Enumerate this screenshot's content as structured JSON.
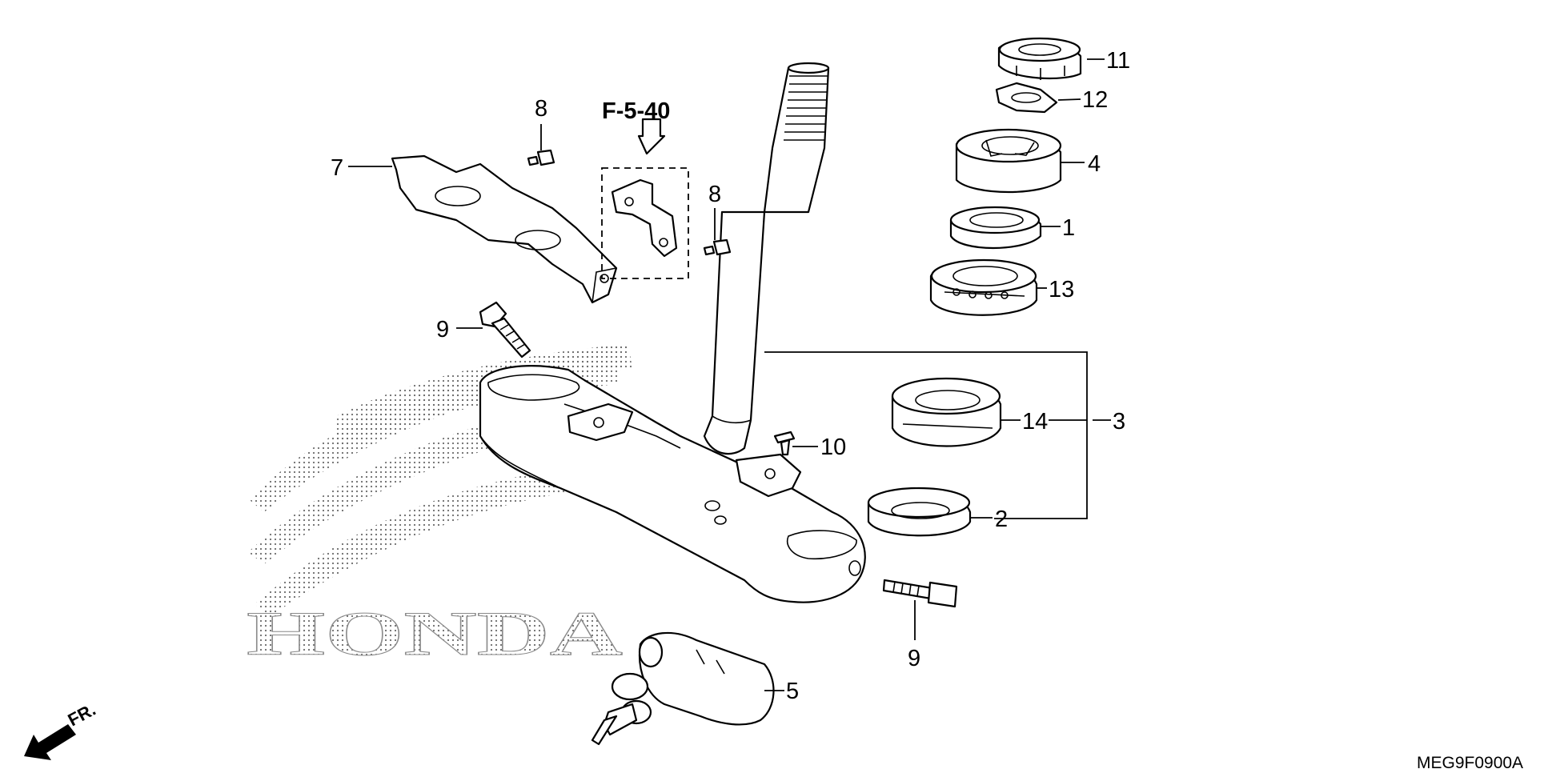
{
  "diagram": {
    "reference_code": "MEG9F0900A",
    "reference_page": "F-5-40",
    "front_marker": "FR.",
    "watermark": "HONDA",
    "callouts": {
      "c1": "1",
      "c2": "2",
      "c3": "3",
      "c4": "4",
      "c5": "5",
      "c7": "7",
      "c8a": "8",
      "c8b": "8",
      "c9a": "9",
      "c9b": "9",
      "c10": "10",
      "c11": "11",
      "c12": "12",
      "c13": "13",
      "c14": "14"
    }
  }
}
